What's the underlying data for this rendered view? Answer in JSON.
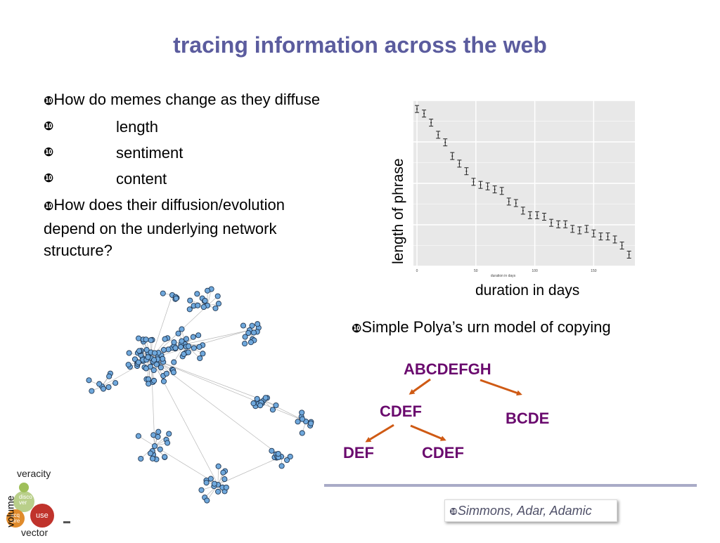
{
  "slide": {
    "title": "tracing information across the web",
    "bullet_marker": "❿",
    "bullets": [
      {
        "text": "How do memes change as they diffuse"
      },
      {
        "text": "length",
        "sub": true
      },
      {
        "text": "sentiment",
        "sub": true
      },
      {
        "text": "content",
        "sub": true
      },
      {
        "text": "How does their diffusion/evolution depend on the underlying network structure?"
      }
    ],
    "polya_text": "Simple Polya’s urn model of copying",
    "credit": "Simmons, Adar, Adamic",
    "tree": {
      "root": "ABCDEFGH",
      "left": "CDEF",
      "right": "BCDE",
      "leaf_left": "DEF",
      "leaf_right": "CDEF"
    },
    "logo": {
      "top": "veracity",
      "bottom": "vector",
      "side": "volume",
      "discover": "disco ver",
      "acquire": "acq uire",
      "use": "use"
    }
  },
  "colors": {
    "title": "#5b5c9e",
    "tree_text": "#6a0a6e",
    "arrow": "#cf5a14",
    "divider": "#a9abc7",
    "node": "#6fa8dc"
  },
  "chart_data": {
    "type": "scatter",
    "ylabel": "length of phrase",
    "xlabel": "duration in days",
    "inner_xlabel": "duration in days",
    "x_ticks": [
      0,
      50,
      100,
      150
    ],
    "xlim": [
      -3,
      185
    ],
    "grid": true,
    "error_bars": true,
    "x": [
      0,
      6,
      12,
      18,
      24,
      30,
      36,
      42,
      48,
      54,
      60,
      66,
      72,
      78,
      84,
      90,
      96,
      102,
      108,
      114,
      120,
      126,
      132,
      138,
      144,
      150,
      156,
      162,
      168,
      174,
      180
    ],
    "y_relative": [
      0.99,
      0.96,
      0.9,
      0.82,
      0.77,
      0.68,
      0.63,
      0.58,
      0.51,
      0.49,
      0.48,
      0.46,
      0.45,
      0.38,
      0.37,
      0.32,
      0.29,
      0.29,
      0.28,
      0.24,
      0.23,
      0.23,
      0.2,
      0.19,
      0.2,
      0.17,
      0.15,
      0.15,
      0.13,
      0.09,
      0.03
    ]
  }
}
